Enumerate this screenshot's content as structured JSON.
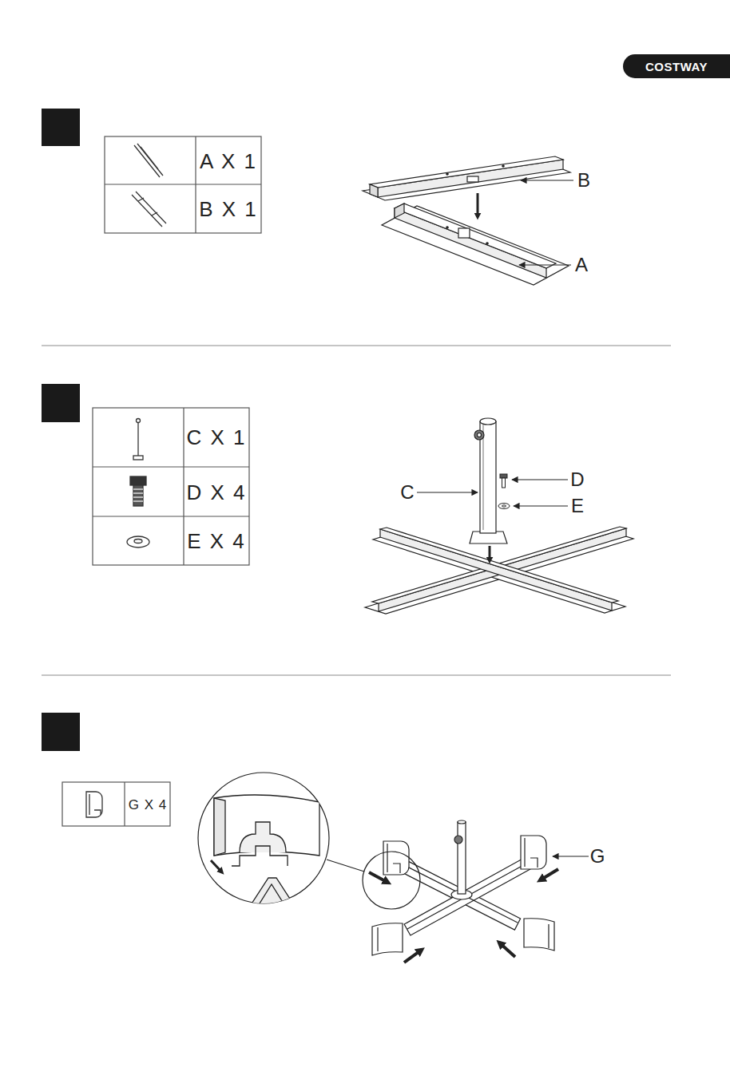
{
  "diagram": {
    "nodes": [
      {
        "text": [
          "COSTWAY"
        ]
      }
    ],
    "labels": [
      "A X 1",
      "B X 1",
      "C X 1",
      "D X 4",
      "E X 4",
      "G X 4",
      "B",
      "A",
      "C",
      "D",
      "E",
      "G"
    ]
  }
}
